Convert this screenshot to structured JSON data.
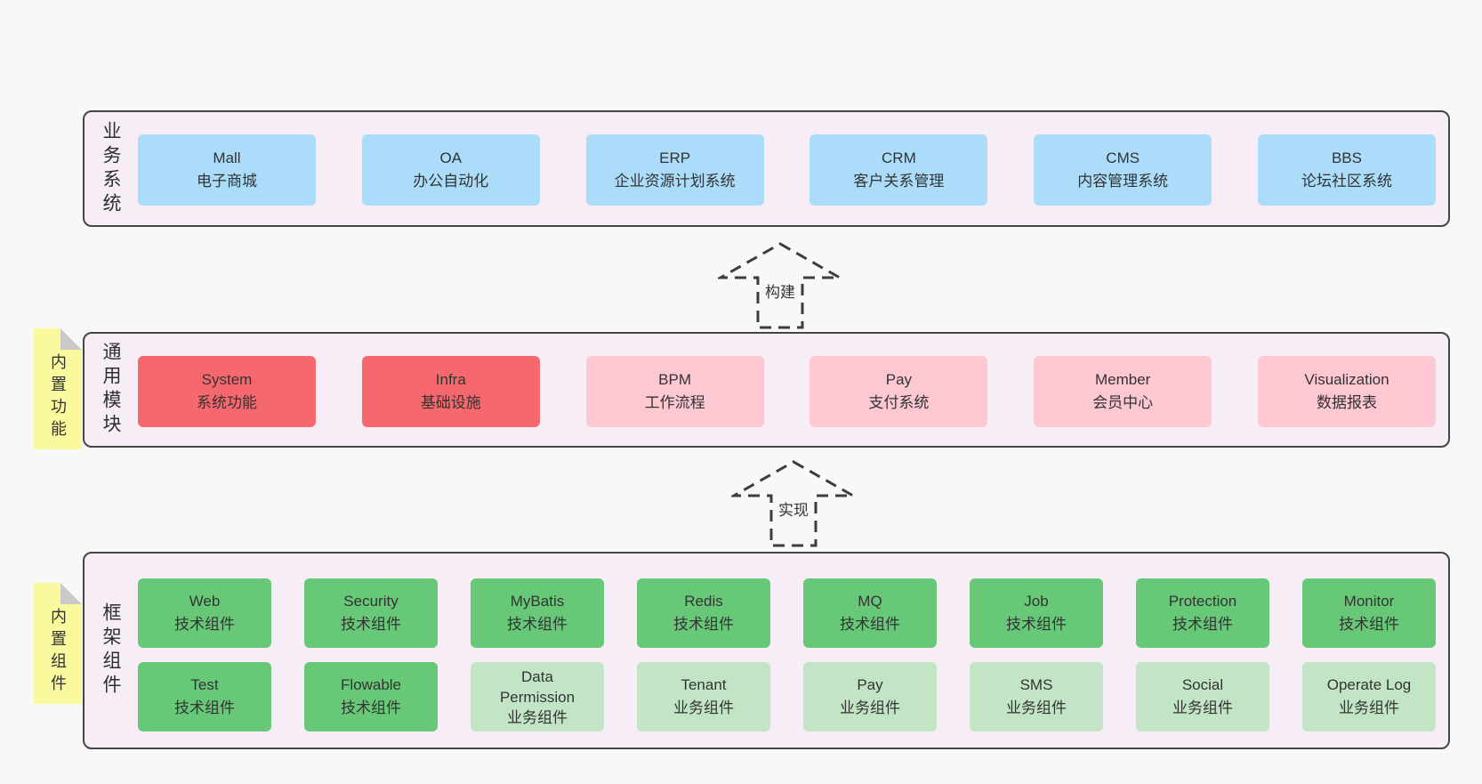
{
  "colors": {
    "page_bg": "#f8f8f8",
    "panel_bg": "#f7edf6",
    "panel_border": "#454545",
    "blue": "#abdcf9",
    "red": "#f5696e",
    "pink": "#fdc8d2",
    "green": "#67c978",
    "green_light": "#c2e5c6",
    "yellow": "#fbf99d",
    "fold_gray": "#c9c9c9",
    "text": "#333333",
    "arrow": "#3d3d3d"
  },
  "arrows": {
    "build": "构建",
    "implement": "实现"
  },
  "layers": {
    "business": {
      "label": "业务系统",
      "boxes": [
        {
          "title": "Mall",
          "subtitle": "电子商城"
        },
        {
          "title": "OA",
          "subtitle": "办公自动化"
        },
        {
          "title": "ERP",
          "subtitle": "企业资源计划系统"
        },
        {
          "title": "CRM",
          "subtitle": "客户关系管理"
        },
        {
          "title": "CMS",
          "subtitle": "内容管理系统"
        },
        {
          "title": "BBS",
          "subtitle": "论坛社区系统"
        }
      ]
    },
    "common": {
      "label": "通用模块",
      "note": "内置功能",
      "boxes": [
        {
          "title": "System",
          "subtitle": "系统功能"
        },
        {
          "title": "Infra",
          "subtitle": "基础设施"
        },
        {
          "title": "BPM",
          "subtitle": "工作流程"
        },
        {
          "title": "Pay",
          "subtitle": "支付系统"
        },
        {
          "title": "Member",
          "subtitle": "会员中心"
        },
        {
          "title": "Visualization",
          "subtitle": "数据报表"
        }
      ]
    },
    "framework": {
      "label": "框架组件",
      "note": "内置组件",
      "row1": [
        {
          "title": "Web",
          "subtitle": "技术组件"
        },
        {
          "title": "Security",
          "subtitle": "技术组件"
        },
        {
          "title": "MyBatis",
          "subtitle": "技术组件"
        },
        {
          "title": "Redis",
          "subtitle": "技术组件"
        },
        {
          "title": "MQ",
          "subtitle": "技术组件"
        },
        {
          "title": "Job",
          "subtitle": "技术组件"
        },
        {
          "title": "Protection",
          "subtitle": "技术组件"
        },
        {
          "title": "Monitor",
          "subtitle": "技术组件"
        }
      ],
      "row2": [
        {
          "title": "Test",
          "subtitle": "技术组件"
        },
        {
          "title": "Flowable",
          "subtitle": "技术组件"
        },
        {
          "title": "Data Permission",
          "subtitle": "业务组件"
        },
        {
          "title": "Tenant",
          "subtitle": "业务组件"
        },
        {
          "title": "Pay",
          "subtitle": "业务组件"
        },
        {
          "title": "SMS",
          "subtitle": "业务组件"
        },
        {
          "title": "Social",
          "subtitle": "业务组件"
        },
        {
          "title": "Operate Log",
          "subtitle": "业务组件"
        }
      ]
    }
  }
}
